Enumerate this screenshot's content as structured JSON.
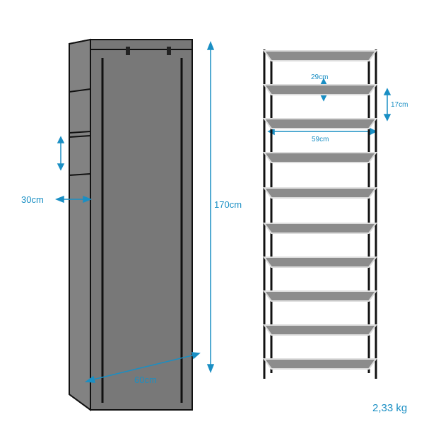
{
  "labels": {
    "depth": "30cm",
    "height": "170cm",
    "width": "60cm",
    "shelf_depth": "29cm",
    "shelf_gap": "17cm",
    "shelf_width": "59cm",
    "weight": "2,33 kg"
  },
  "colors": {
    "accent": "#1a8fc4",
    "fabric": "#7a7a7a",
    "shelf": "#8c8c8c"
  }
}
